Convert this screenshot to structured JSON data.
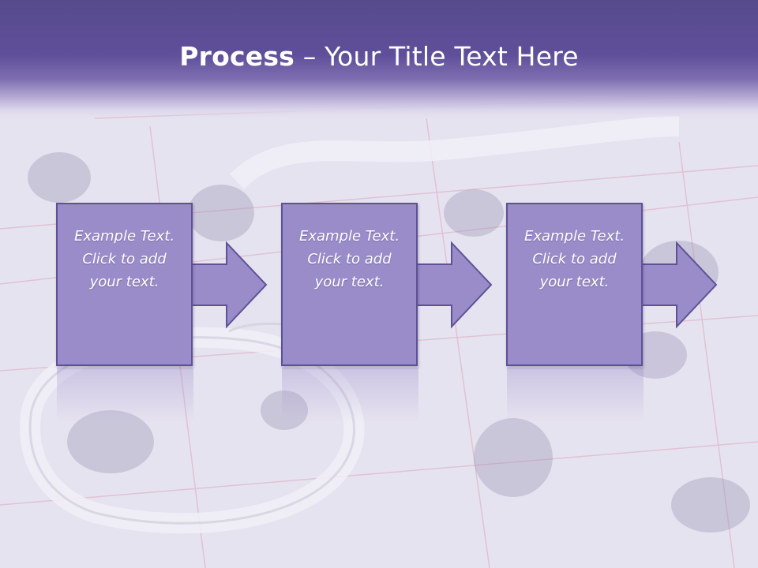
{
  "slide": {
    "title_bold": "Process",
    "title_rest": " – Your Title Text Here"
  },
  "steps": [
    {
      "line1": "Example Text.",
      "line2": "Click  to add",
      "line3": "your text."
    },
    {
      "line1": "Example Text.",
      "line2": "Click  to add",
      "line3": "your text."
    },
    {
      "line1": "Example Text.",
      "line2": "Click  to add",
      "line3": "your text."
    }
  ],
  "colors": {
    "title_band": "#5f4f9a",
    "box_fill": "#9a8cc9",
    "box_border": "#5e5196",
    "text": "#ffffff"
  }
}
